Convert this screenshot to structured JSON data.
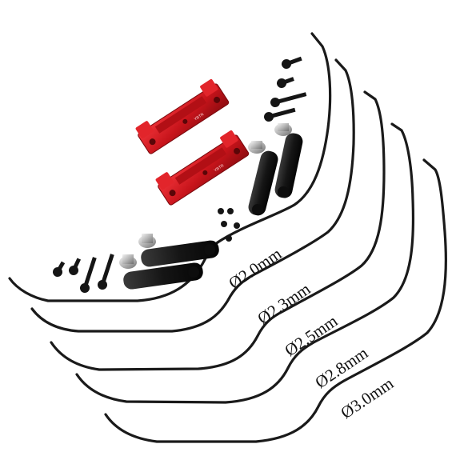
{
  "photo": {
    "background_color": "#ffffff",
    "sway_bars": [
      {
        "label": "Ø2.0mm",
        "color": "#1a1a1a"
      },
      {
        "label": "Ø2.3mm",
        "color": "#1a1a1a"
      },
      {
        "label": "Ø2.5mm",
        "color": "#1a1a1a"
      },
      {
        "label": "Ø2.8mm",
        "color": "#1a1a1a"
      },
      {
        "label": "Ø3.0mm",
        "color": "#1a1a1a"
      }
    ],
    "mount_color": "#d01920",
    "mount_engraving": "YBTR",
    "ball_end_color": "#1c1c1c",
    "pivot_ball_color": "#b9b9b9",
    "screw_color": "#151515"
  }
}
